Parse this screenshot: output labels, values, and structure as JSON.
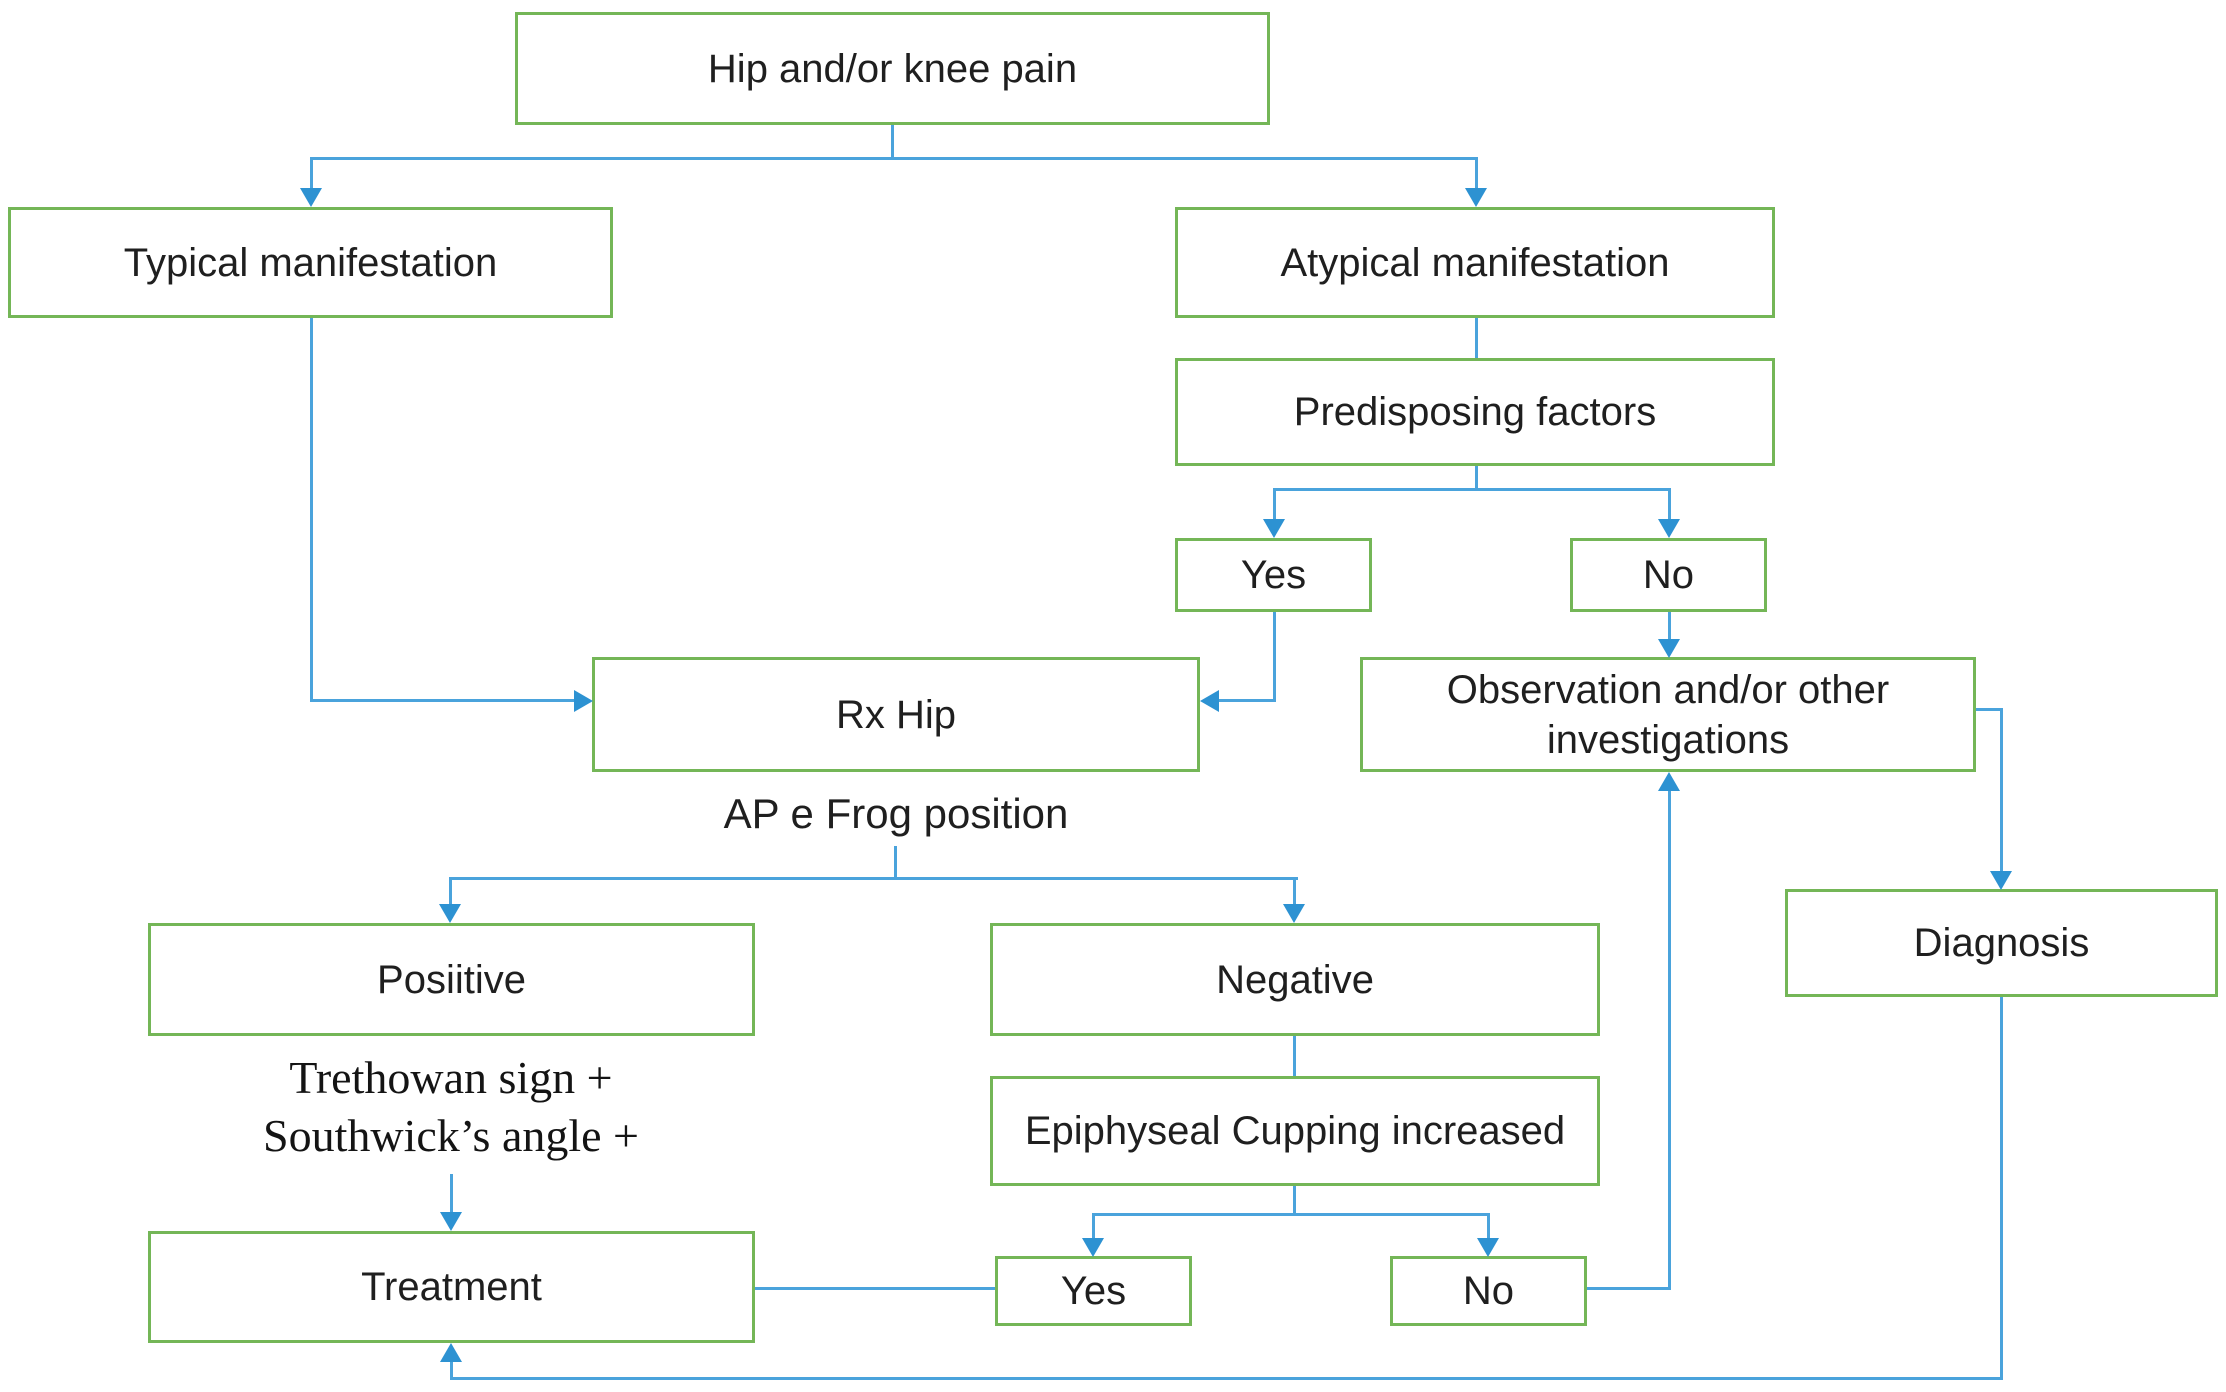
{
  "diagram": {
    "nodes": {
      "hip_pain": {
        "label": "Hip and/or knee pain"
      },
      "typical": {
        "label": "Typical manifestation"
      },
      "atypical": {
        "label": "Atypical manifestation"
      },
      "predisposing": {
        "label": "Predisposing factors"
      },
      "predisposing_yes": {
        "label": "Yes"
      },
      "predisposing_no": {
        "label": "No"
      },
      "rx_hip": {
        "label": "Rx Hip"
      },
      "observation": {
        "label": "Observation and/or other investigations"
      },
      "diagnosis": {
        "label": "Diagnosis"
      },
      "positive": {
        "label": "Posiitive"
      },
      "negative": {
        "label": "Negative"
      },
      "epiphyseal": {
        "label": "Epiphyseal Cupping increased"
      },
      "cupping_yes": {
        "label": "Yes"
      },
      "cupping_no": {
        "label": "No"
      },
      "treatment": {
        "label": "Treatment"
      }
    },
    "annotations": {
      "ap_frog": "AP e Frog position",
      "signs_line1": "Trethowan sign +",
      "signs_line2": "Southwick’s angle +"
    },
    "edges": [
      {
        "from": "hip_pain",
        "to": "typical",
        "arrowhead": true
      },
      {
        "from": "hip_pain",
        "to": "atypical",
        "arrowhead": true
      },
      {
        "from": "atypical",
        "to": "predisposing",
        "arrowhead": false
      },
      {
        "from": "predisposing",
        "to": "predisposing_yes",
        "arrowhead": true
      },
      {
        "from": "predisposing",
        "to": "predisposing_no",
        "arrowhead": true
      },
      {
        "from": "typical",
        "to": "rx_hip",
        "arrowhead": true
      },
      {
        "from": "predisposing_yes",
        "to": "rx_hip",
        "arrowhead": true
      },
      {
        "from": "predisposing_no",
        "to": "observation",
        "arrowhead": true
      },
      {
        "from": "rx_hip",
        "to": "positive",
        "arrowhead": true,
        "via_label": "AP e Frog position"
      },
      {
        "from": "rx_hip",
        "to": "negative",
        "arrowhead": true,
        "via_label": "AP e Frog position"
      },
      {
        "from": "positive",
        "to": "treatment",
        "arrowhead": true,
        "via_label": "Trethowan sign + Southwick’s angle +"
      },
      {
        "from": "negative",
        "to": "epiphyseal",
        "arrowhead": false
      },
      {
        "from": "epiphyseal",
        "to": "cupping_yes",
        "arrowhead": true
      },
      {
        "from": "epiphyseal",
        "to": "cupping_no",
        "arrowhead": true
      },
      {
        "from": "treatment",
        "to": "cupping_yes",
        "arrowhead": false
      },
      {
        "from": "cupping_no",
        "to": "observation",
        "arrowhead": true
      },
      {
        "from": "observation",
        "to": "diagnosis",
        "arrowhead": true
      },
      {
        "from": "diagnosis",
        "to": "treatment",
        "arrowhead": true
      }
    ],
    "colors": {
      "box_border": "#74b657",
      "connector_line": "#4aa3dc",
      "arrowhead": "#2d92d2",
      "label_text": "#1f1f1f",
      "background": "#ffffff"
    }
  }
}
